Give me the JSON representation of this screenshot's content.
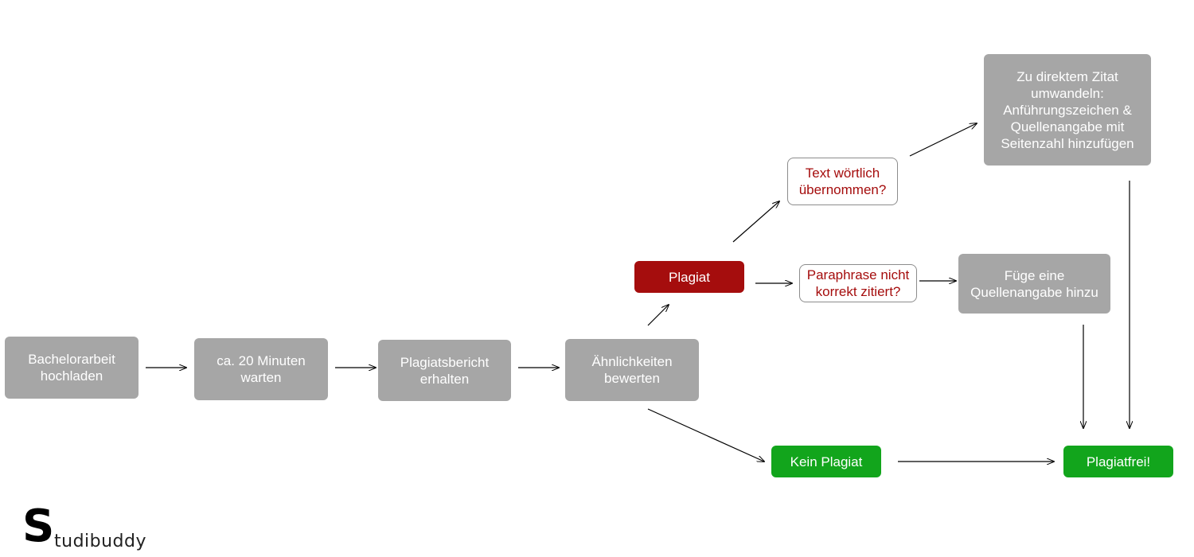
{
  "nodes": {
    "upload": "Bachelorarbeit\nhochladen",
    "wait": "ca. 20 Minuten\nwarten",
    "report": "Plagiatsbericht\nerhalten",
    "evaluate": "Ähnlichkeiten\nbewerten",
    "plagiat": "Plagiat",
    "kein_plagiat": "Kein Plagiat",
    "question_literal": "Text wörtlich\nübernommen?",
    "question_paraphrase": "Paraphrase nicht\nkorrekt zitiert?",
    "action_quote": "Zu direktem Zitat\numwandeln:\nAnführungszeichen &\nQuellenangabe mit\nSeitenzahl hinzufügen",
    "action_source": "Füge eine\nQuellenangabe hinzu",
    "result": "Plagiatfrei!"
  },
  "logo": {
    "letter": "S",
    "text": "tudibuddy"
  },
  "colors": {
    "process": "#a6a6a6",
    "plagiarism": "#a50d0d",
    "success": "#12a51c",
    "question_text": "#a50d0d"
  }
}
